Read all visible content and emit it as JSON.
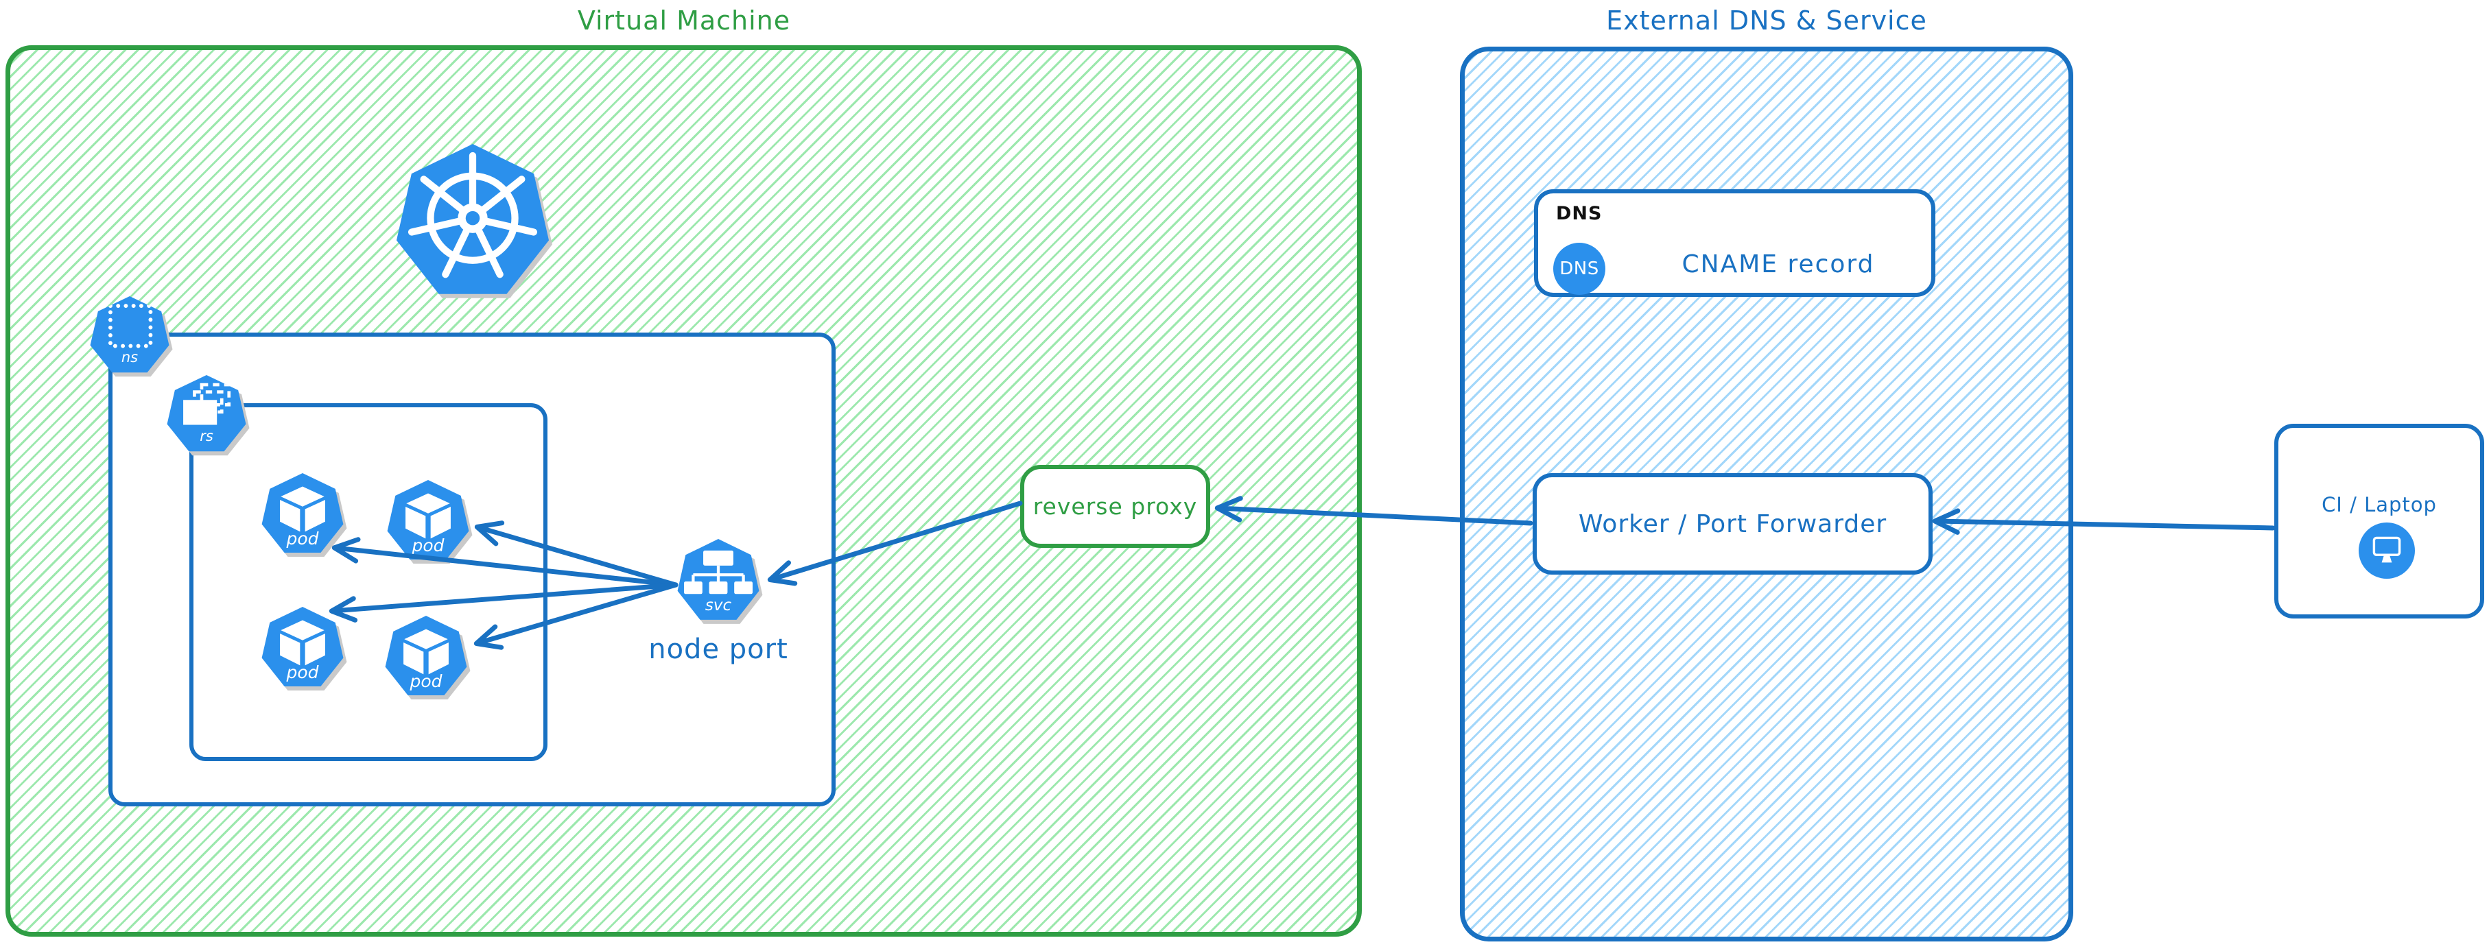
{
  "colors": {
    "green": "#2f9e44",
    "green_hatch": "#9ce8ad",
    "blue": "#1971c2",
    "blue_hatch": "#a3d7fa",
    "icon_blue": "#2b90ec",
    "text_black": "#111111"
  },
  "virtual_machine": {
    "title": "Virtual Machine",
    "namespace_icon_label": "ns",
    "replicaset_icon_label": "rs",
    "service_icon_label": "svc",
    "pod_labels": [
      "pod",
      "pod",
      "pod",
      "pod"
    ],
    "node_port_label": "node port",
    "reverse_proxy_label": "reverse proxy"
  },
  "external_dns": {
    "title": "External DNS & Service",
    "dns_group_label": "DNS",
    "dns_icon_label": "DNS",
    "cname_label": "CNAME record",
    "worker_label": "Worker / Port Forwarder"
  },
  "client": {
    "label": "CI / Laptop"
  }
}
